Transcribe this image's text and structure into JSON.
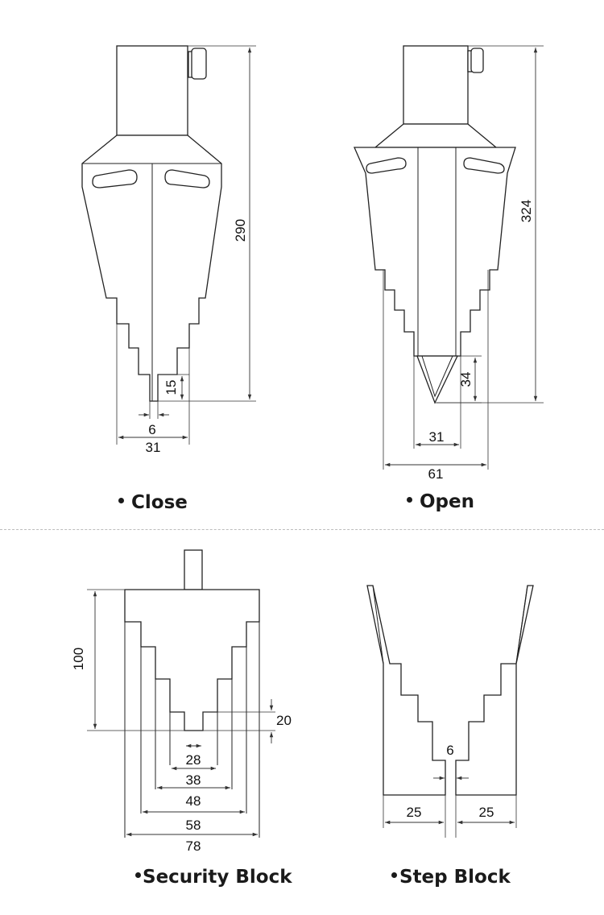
{
  "figures": [
    {
      "id": "close",
      "caption": "Close",
      "dims": {
        "height": "290",
        "tip_height": "15",
        "tip_width": "6",
        "bottom_width": "31"
      }
    },
    {
      "id": "open",
      "caption": "Open",
      "dims": {
        "height": "324",
        "tip_height": "34",
        "inner_width": "31",
        "bottom_width": "61"
      }
    },
    {
      "id": "security",
      "caption": "Security Block",
      "dims": {
        "height": "100",
        "step_height": "20",
        "w1": "28",
        "w2": "38",
        "w3": "48",
        "w4": "58",
        "w5": "78"
      }
    },
    {
      "id": "step",
      "caption": "Step Block",
      "dims": {
        "gap": "6",
        "left_width": "25",
        "right_width": "25"
      }
    }
  ]
}
